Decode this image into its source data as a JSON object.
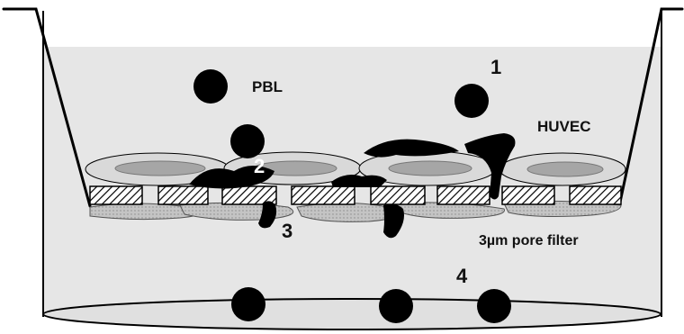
{
  "labels": {
    "pbl": "PBL",
    "huvec": "HUVEC",
    "filter": "3µm pore filter",
    "step1": "1",
    "step2": "2",
    "step3": "3",
    "step4": "4"
  },
  "colors": {
    "medium": "#e6e6e6",
    "cell": "#000000",
    "huvec_outer": "#d9d9d9",
    "huvec_inner": "#a6a6a6",
    "filter_hatch": "#000000",
    "underside_cells": "#bfbfbf",
    "step2_label": "#ffffff"
  }
}
